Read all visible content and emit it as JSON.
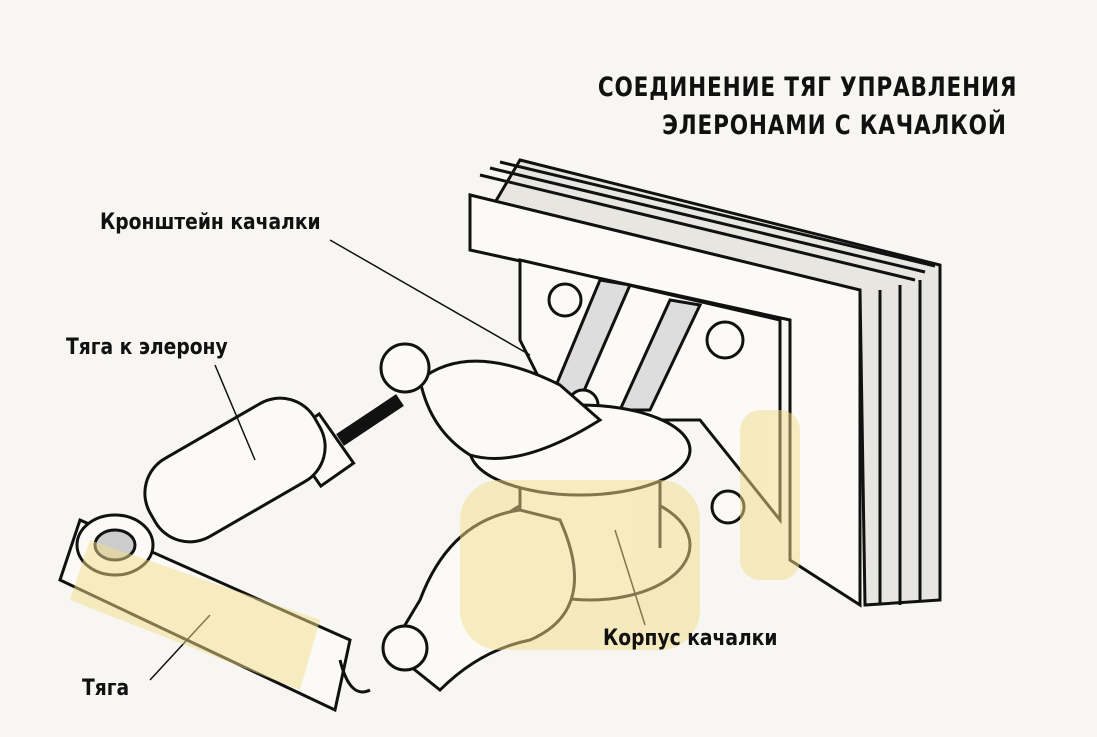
{
  "title": {
    "line1": "СОЕДИНЕНИЕ ТЯГ УПРАВЛЕНИЯ",
    "line2": "ЭЛЕРОНАМИ С КАЧАЛКОЙ"
  },
  "labels": {
    "bracket": "Кронштейн качалки",
    "aileron_rod": "Тяга к элерону",
    "housing": "Корпус качалки",
    "rod": "Тяга"
  },
  "colors": {
    "ink": "#111111",
    "paper": "#f7f6f2",
    "highlight": "#f3dc8a"
  }
}
